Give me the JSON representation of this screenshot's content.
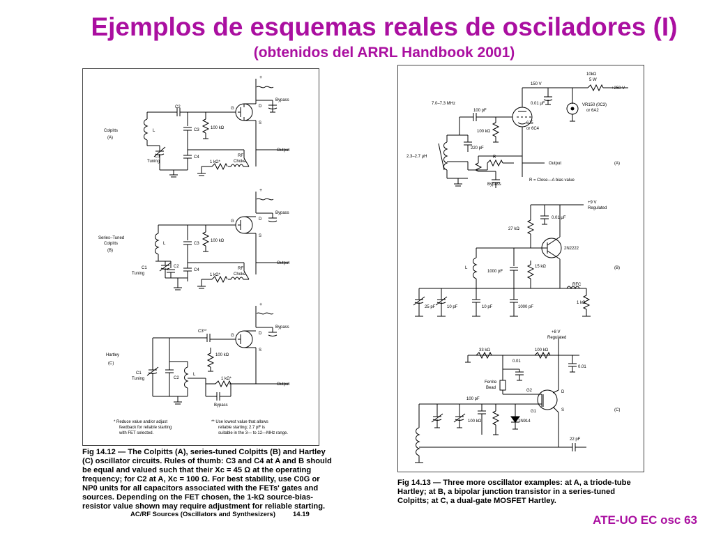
{
  "slide": {
    "title": "Ejemplos de esquemas reales de osciladores (I)",
    "subtitle": "(obtenidos del ARRL Handbook 2001)",
    "slide_number": "ATE-UO EC osc 63"
  },
  "fig12": {
    "circuit_a": {
      "name": "Colpitts",
      "tag": "(A)"
    },
    "circuit_b": {
      "name_line1": "Series–Tuned",
      "name_line2": "Colpitts",
      "tag": "(B)"
    },
    "circuit_c": {
      "name": "Hartley",
      "tag": "(C)"
    },
    "labels": {
      "plus": "+",
      "bypass": "Bypass",
      "g": "G",
      "d": "D",
      "s": "S",
      "r100k": "100 kΩ",
      "output": "Output",
      "l": "L",
      "c1": "C1",
      "tuning": "Tuning",
      "c2": "C2",
      "c3": "C3",
      "c4": "C4",
      "r1k": "1 kΩ*",
      "rf": "RF",
      "choke": "Choke",
      "c3stars": "C3**"
    },
    "note1_line1": "* Reduce value and/or adjust",
    "note1_line2": "feedback for reliable starting",
    "note1_line3": "with FET selected.",
    "note2_line1": "** Use lowest value that allows",
    "note2_line2": "reliable starting; 2.7 pF is",
    "note2_line3": "suitable in the 3— to 12—MHz range.",
    "caption_lines": [
      "Fig 14.12 — The Colpitts (A), series-tuned Colpitts (B) and Hartley",
      "(C) oscillator circuits. Rules of thumb: C3 and C4 at A and B should",
      "be equal and valued such that their Xᴄ = 45 Ω at the operating",
      "frequency; for C2 at A, Xᴄ = 100 Ω. For best stability, use C0G or",
      "NP0 units for all capacitors associated with the FETs' gates and",
      "sources. Depending on the FET chosen, the 1-kΩ source-bias-",
      "resistor value shown may require adjustment for reliable starting."
    ],
    "footer_left": "AC/RF Sources (Oscillators and Synthesizers)",
    "footer_right": "14.19"
  },
  "fig13": {
    "a": {
      "r10k": "10kΩ",
      "w5": "5 W",
      "v150": "150 V",
      "v250": "+250 V",
      "freq": "7.0–7.3 MHz",
      "c001": "0.01 μF",
      "c100p": "100 pF",
      "vr150": "VR150 (0C3)",
      "or6a2": "or 6A2",
      "r100k": "100 kΩ",
      "tube": "6J5",
      "or6c4": "or 6C4",
      "c220": "220 pF",
      "ind": "2.3–2.7 μH",
      "r": "R",
      "output": "Output",
      "tag": "(A)",
      "bypass": "Bypass",
      "note": "R = Close—A bias value"
    },
    "b": {
      "v9": "+9 V",
      "regulated": "Regulated",
      "r27k": "27 kΩ",
      "c001": "0.01 μF",
      "q": "2N2222",
      "l": "L",
      "c1000a": "1000 pF",
      "r15k": "15 kΩ",
      "tag": "(B)",
      "rfc": "RFC",
      "r1k": "1 kΩ",
      "c25": "25 pF",
      "c10a": "10 pF",
      "c10b": "10 pF",
      "c1000b": "1000 pF"
    },
    "c": {
      "v8": "+8 V",
      "regulated": "Regulated",
      "r33k": "33 kΩ",
      "r100ka": "100 kΩ",
      "c001a": "0.01",
      "c001b": "0.01",
      "ferrite1": "Ferrite",
      "ferrite2": "Bead",
      "g2": "G2",
      "g1": "G1",
      "d": "D",
      "s": "S",
      "c100p": "100 pF",
      "r100kb": "100 kΩ",
      "diode": "1N914",
      "tag": "(C)",
      "c22": "22 pF"
    },
    "caption_lines": [
      "Fig 14.13 — Three more oscillator examples: at A, a triode-tube",
      "Hartley; at B, a bipolar junction transistor in a series-tuned",
      "Colpitts; at C, a dual-gate MOSFET Hartley."
    ]
  }
}
